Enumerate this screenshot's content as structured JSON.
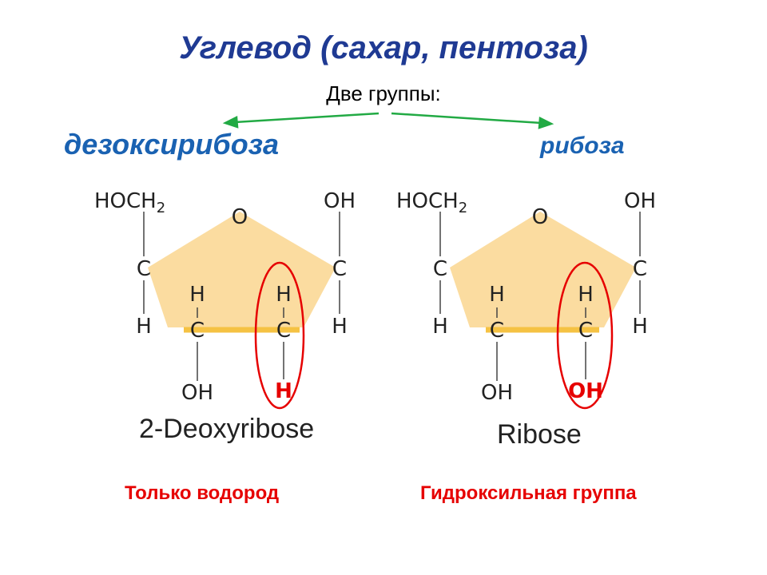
{
  "title": "Углевод (сахар, пентоза)",
  "subtitle": "Две группы:",
  "groups": {
    "left": "дезоксирибоза",
    "right": "рибоза"
  },
  "molecules": {
    "left": {
      "name": "2-Deoxyribose",
      "hoch2": "HOCH",
      "sub2": "2",
      "ring_o": "O",
      "carbon": "C",
      "hydrogen": "H",
      "oh": "OH",
      "highlight": "H"
    },
    "right": {
      "name": "Ribose",
      "hoch2": "HOCH",
      "sub2": "2",
      "ring_o": "O",
      "carbon": "C",
      "hydrogen": "H",
      "oh": "OH",
      "highlight": "OH"
    }
  },
  "captions": {
    "left": "Только водород",
    "right": "Гидроксильная группа"
  },
  "colors": {
    "title": "#1f3a93",
    "group_label": "#1a62b2",
    "arrow": "#22aa44",
    "ring_fill": "#fbdca0",
    "ring_edge": "#f5c243",
    "highlight": "#e60000"
  }
}
